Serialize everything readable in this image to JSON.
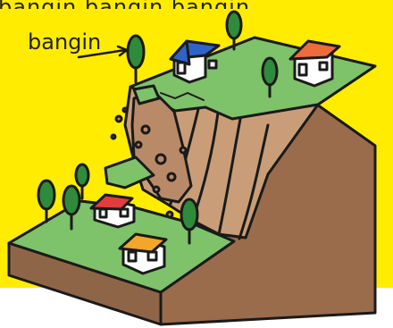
{
  "caption": {
    "top_line": "bangin bangin bangin",
    "label": "bangin"
  },
  "colors": {
    "background": "#ffec00",
    "grass": "#7ec26a",
    "soil": "#b98a67",
    "soil_dark": "#8f6548",
    "soil_light": "#c99d78",
    "tree": "#2f8a3c",
    "outline": "#1a1a1a"
  },
  "scene": {
    "houses": [
      {
        "roof": "blue",
        "roof_color": "#2f63c8"
      },
      {
        "roof": "orange",
        "roof_color": "#ee6b3a"
      },
      {
        "roof": "red",
        "roof_color": "#e43c3c"
      },
      {
        "roof": "yellow",
        "roof_color": "#f3a629"
      }
    ]
  }
}
